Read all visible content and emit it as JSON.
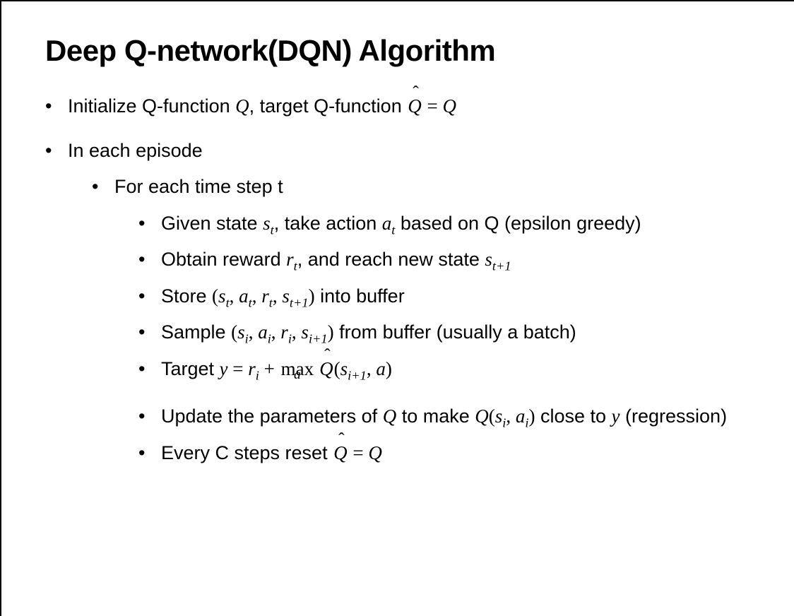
{
  "slide": {
    "title": "Deep Q-network(DQN) Algorithm",
    "bullet_char": "•",
    "hat_char": "ˆ",
    "colors": {
      "background": "#ffffff",
      "text": "#000000",
      "border": "#000000"
    },
    "bullets": [
      {
        "level": 1,
        "gap": "gap-lg",
        "runs": [
          {
            "t": "txt",
            "v": "Initialize Q-function "
          },
          {
            "t": "var",
            "v": "Q"
          },
          {
            "t": "txt",
            "v": ", target Q-function "
          },
          {
            "t": "hat",
            "v": "Q"
          },
          {
            "t": "m",
            "v": " = "
          },
          {
            "t": "var",
            "v": "Q"
          }
        ]
      },
      {
        "level": 1,
        "runs": [
          {
            "t": "txt",
            "v": "In each episode"
          }
        ]
      },
      {
        "level": 2,
        "runs": [
          {
            "t": "txt",
            "v": "For each time step t"
          }
        ]
      },
      {
        "level": 3,
        "runs": [
          {
            "t": "txt",
            "v": "Given state "
          },
          {
            "t": "varsub",
            "v": "s",
            "sub": "t"
          },
          {
            "t": "txt",
            "v": ", take action "
          },
          {
            "t": "varsub",
            "v": "a",
            "sub": "t"
          },
          {
            "t": "txt",
            "v": " based on Q (epsilon greedy)"
          }
        ]
      },
      {
        "level": 3,
        "runs": [
          {
            "t": "txt",
            "v": "Obtain reward "
          },
          {
            "t": "varsub",
            "v": "r",
            "sub": "t"
          },
          {
            "t": "txt",
            "v": ", and reach new state "
          },
          {
            "t": "varsub",
            "v": "s",
            "sub": "t+1"
          }
        ]
      },
      {
        "level": 3,
        "runs": [
          {
            "t": "txt",
            "v": "Store "
          },
          {
            "t": "m",
            "v": "("
          },
          {
            "t": "varsub",
            "v": "s",
            "sub": "t"
          },
          {
            "t": "m",
            "v": ", "
          },
          {
            "t": "varsub",
            "v": "a",
            "sub": "t"
          },
          {
            "t": "m",
            "v": ", "
          },
          {
            "t": "varsub",
            "v": "r",
            "sub": "t"
          },
          {
            "t": "m",
            "v": ", "
          },
          {
            "t": "varsub",
            "v": "s",
            "sub": "t+1"
          },
          {
            "t": "m",
            "v": ")"
          },
          {
            "t": "txt",
            "v": " into buffer"
          }
        ]
      },
      {
        "level": 3,
        "runs": [
          {
            "t": "txt",
            "v": "Sample "
          },
          {
            "t": "m",
            "v": "("
          },
          {
            "t": "varsub",
            "v": "s",
            "sub": "i"
          },
          {
            "t": "m",
            "v": ", "
          },
          {
            "t": "varsub",
            "v": "a",
            "sub": "i"
          },
          {
            "t": "m",
            "v": ", "
          },
          {
            "t": "varsub",
            "v": "r",
            "sub": "i"
          },
          {
            "t": "m",
            "v": ", "
          },
          {
            "t": "varsub",
            "v": "s",
            "sub": "i+1"
          },
          {
            "t": "m",
            "v": ")"
          },
          {
            "t": "txt",
            "v": " from buffer (usually a batch)"
          }
        ]
      },
      {
        "level": 3,
        "gap": "gap-xl",
        "runs": [
          {
            "t": "txt",
            "v": "Target "
          },
          {
            "t": "var",
            "v": "y"
          },
          {
            "t": "m",
            "v": " = "
          },
          {
            "t": "varsub",
            "v": "r",
            "sub": "i"
          },
          {
            "t": "m",
            "v": " + "
          },
          {
            "t": "max",
            "v": "max",
            "under": "a"
          },
          {
            "t": "hat",
            "v": "Q"
          },
          {
            "t": "m",
            "v": "("
          },
          {
            "t": "varsub",
            "v": "s",
            "sub": "i+1"
          },
          {
            "t": "m",
            "v": ", "
          },
          {
            "t": "var",
            "v": "a"
          },
          {
            "t": "m",
            "v": ")"
          }
        ]
      },
      {
        "level": 3,
        "runs": [
          {
            "t": "txt",
            "v": "Update the parameters of "
          },
          {
            "t": "var",
            "v": "Q"
          },
          {
            "t": "txt",
            "v": " to make "
          },
          {
            "t": "var",
            "v": "Q"
          },
          {
            "t": "m",
            "v": "("
          },
          {
            "t": "varsub",
            "v": "s",
            "sub": "i"
          },
          {
            "t": "m",
            "v": ", "
          },
          {
            "t": "varsub",
            "v": "a",
            "sub": "i"
          },
          {
            "t": "m",
            "v": ")"
          },
          {
            "t": "txt",
            "v": " close to "
          },
          {
            "t": "var",
            "v": "y"
          },
          {
            "t": "txt",
            "v": " (regression)"
          }
        ]
      },
      {
        "level": 3,
        "runs": [
          {
            "t": "txt",
            "v": "Every C steps reset "
          },
          {
            "t": "hat",
            "v": "Q"
          },
          {
            "t": "m",
            "v": " = "
          },
          {
            "t": "var",
            "v": "Q"
          }
        ]
      }
    ]
  }
}
